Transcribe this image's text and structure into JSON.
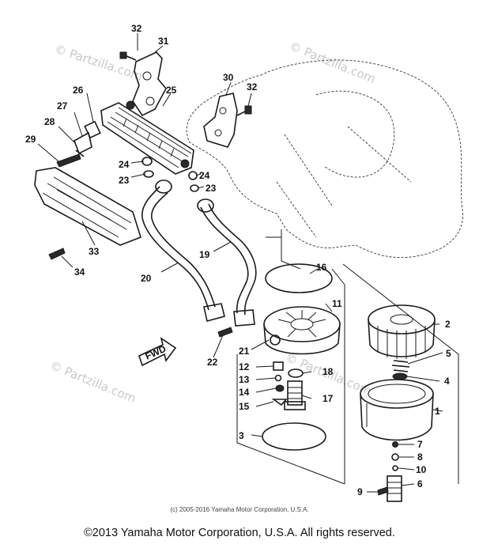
{
  "watermarks": [
    "© Partzilla.com",
    "© Partzilla.com",
    "© Partzilla.com",
    "© Partzilla.com"
  ],
  "callouts": [
    "1",
    "2",
    "3",
    "4",
    "5",
    "6",
    "7",
    "8",
    "9",
    "10",
    "11",
    "12",
    "13",
    "14",
    "15",
    "16",
    "17",
    "18",
    "19",
    "20",
    "21",
    "22",
    "23",
    "24",
    "24",
    "23",
    "25",
    "26",
    "27",
    "28",
    "29",
    "30",
    "31",
    "32",
    "32",
    "33",
    "34"
  ],
  "fwd_label": "FWD",
  "copyright_small": "(c) 2005-2016 Yamaha Motor Corporation, U.S.A.",
  "copyright_main": "©2013 Yamaha Motor Corporation, U.S.A. All rights reserved."
}
